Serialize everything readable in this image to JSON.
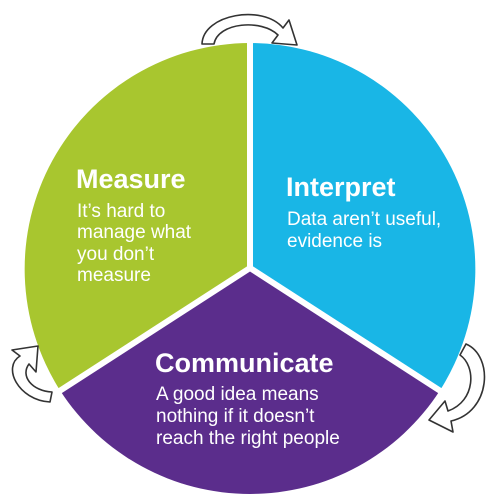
{
  "diagram": {
    "type": "cycle",
    "segments": [
      {
        "id": "measure",
        "title": "Measure",
        "body": [
          "It’s hard to",
          "manage what",
          "you don’t",
          "measure"
        ],
        "color": "#a8c62f"
      },
      {
        "id": "interpret",
        "title": "Interpret",
        "body": [
          "Data aren’t useful,",
          "evidence is"
        ],
        "color": "#19b6e6"
      },
      {
        "id": "communicate",
        "title": "Communicate",
        "body": [
          "A good idea means",
          "nothing if it doesn’t",
          "reach the right people"
        ],
        "color": "#5b2d8c"
      }
    ],
    "divider_color": "#ffffff",
    "arrows": [
      {
        "id": "top",
        "icon": "curved-arrow-clockwise-icon"
      },
      {
        "id": "right",
        "icon": "curved-arrow-clockwise-icon"
      },
      {
        "id": "left",
        "icon": "curved-arrow-clockwise-icon"
      }
    ]
  }
}
